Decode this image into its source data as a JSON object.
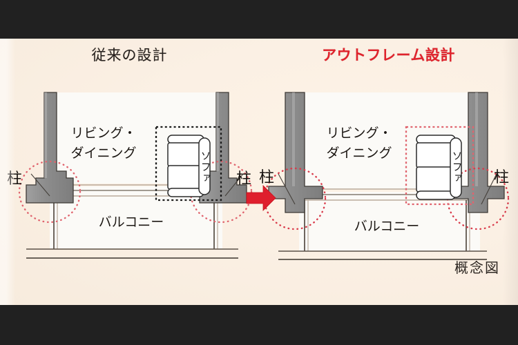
{
  "figure": {
    "caption": "概念図",
    "arrow_icon": "right-arrow-icon",
    "colors": {
      "paper": "#fbf0e4",
      "accent_red": "#e0222c",
      "concrete_gray": "#8e8e8e",
      "room_white": "#fbfaf7",
      "dotted_black": "#1a1a1a",
      "dotted_red": "#e0646e",
      "letterbox": "#212121"
    }
  },
  "panels": [
    {
      "id": "conventional",
      "title": "従来の設計",
      "title_color": "#241f1c",
      "room_label": "リビング・\nダイニング",
      "room_label_line1": "リビング・",
      "room_label_line2": "ダイニング",
      "sofa_label": "ソファ",
      "balcony_label": "バルコニー",
      "column_label_left": "柱",
      "column_label_right": "柱",
      "column_style": "inside-room",
      "sofa_box_color": "#1a1a1a",
      "highlight_circle_color": "#e0646e"
    },
    {
      "id": "outframe",
      "title": "アウトフレーム設計",
      "title_color": "#e0222c",
      "room_label": "リビング・\nダイニング",
      "room_label_line1": "リビング・",
      "room_label_line2": "ダイニング",
      "sofa_label": "ソファ",
      "balcony_label": "バルコニー",
      "column_label_left": "柱",
      "column_label_right": "柱",
      "column_style": "outside-frame",
      "sofa_box_color": "#e0646e",
      "highlight_circle_color": "#d93a4a"
    }
  ]
}
